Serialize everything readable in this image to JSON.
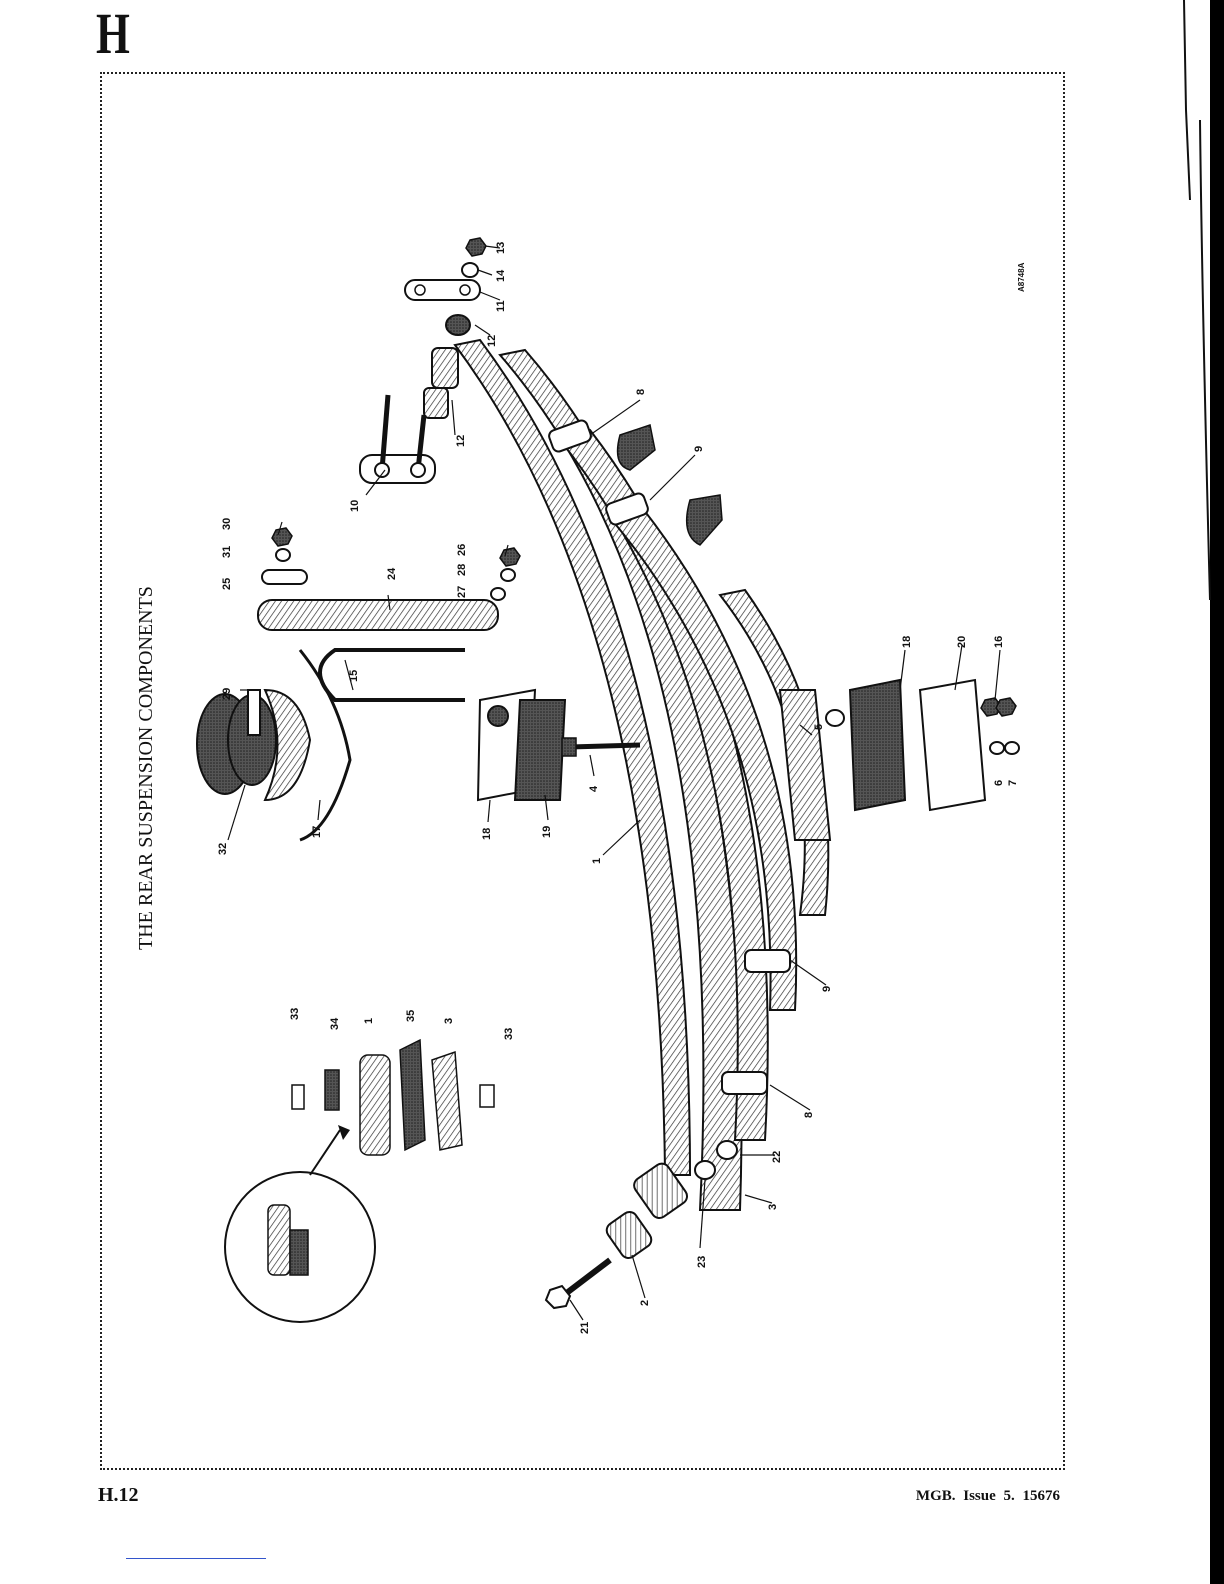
{
  "page": {
    "section_letter": "H",
    "title": "THE REAR SUSPENSION COMPONENTS",
    "page_number": "H.12",
    "footer": "MGB.   Issue 5.   15676",
    "drawing_reference": "A8748A"
  },
  "callouts": {
    "c1": "1",
    "c2": "2",
    "c3": "3",
    "c3b": "3",
    "c4": "4",
    "c5": "5",
    "c6": "6",
    "c7": "7",
    "c8": "8",
    "c8b": "8",
    "c9": "9",
    "c9b": "9",
    "c10": "10",
    "c11": "11",
    "c12": "12",
    "c12b": "12",
    "c13": "13",
    "c14": "14",
    "c15": "15",
    "c15b": "15",
    "c16": "16",
    "c17": "17",
    "c18": "18",
    "c18b": "18",
    "c19": "19",
    "c20": "20",
    "c21": "21",
    "c22": "22",
    "c23": "23",
    "c24": "24",
    "c25": "25",
    "c26": "26",
    "c27": "27",
    "c28": "28",
    "c29": "29",
    "c30": "30",
    "c31": "31",
    "c32": "32",
    "c33": "33",
    "c33b": "33",
    "c34": "34",
    "c35": "35",
    "c1b": "1"
  },
  "colors": {
    "ink": "#111111",
    "hatch": "#444444",
    "paper": "#ffffff"
  }
}
